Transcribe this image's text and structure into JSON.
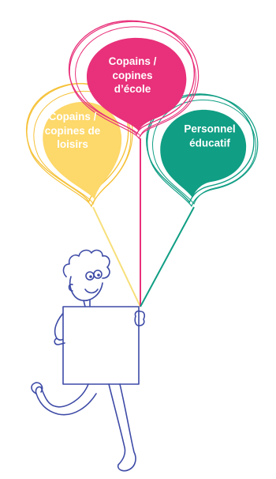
{
  "balloons": [
    {
      "id": "ecole",
      "lines": [
        "Copains /",
        "copines",
        "d’école"
      ],
      "color": "#e8317a"
    },
    {
      "id": "loisirs",
      "lines": [
        "Copains /",
        "copines de",
        "loisirs"
      ],
      "color": "#fdd86a"
    },
    {
      "id": "educatif",
      "lines": [
        "Personnel",
        "éducatif"
      ],
      "color": "#109e84"
    }
  ],
  "colors": {
    "ink": "#3d4aa6",
    "string_yellow": "#f7df7a",
    "sign": "#ffffff"
  }
}
